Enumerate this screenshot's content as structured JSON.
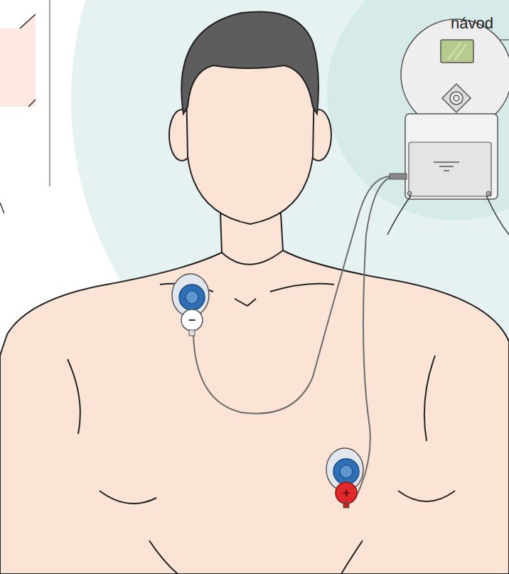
{
  "diagram": {
    "labels": [
      "návod",
      "−",
      "+"
    ]
  }
}
